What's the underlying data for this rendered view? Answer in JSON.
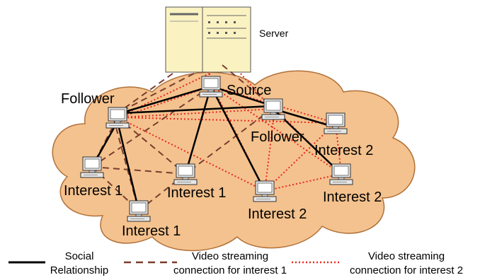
{
  "labels": {
    "server": "Server",
    "source": "Source",
    "follower_left": "Follower",
    "follower_right": "Follower",
    "interest_left": "Interest 1",
    "interest_center": "Interest 1",
    "interest_bottom": "Interest 1",
    "interest_mid_bottom": "Interest 2",
    "interest_right_top": "Interest 2",
    "interest_right_bottom": "Interest 2"
  },
  "legend": {
    "social_line1": "Social",
    "social_line2": "Relationship",
    "interest1_line1": "Video streaming",
    "interest1_line2": "connection for interest 1",
    "interest2_line1": "Video streaming",
    "interest2_line2": "connection for interest 2"
  },
  "colors": {
    "cloud_fill": "#f4c28e",
    "cloud_stroke": "#b07038",
    "social": "#000000",
    "interest1": "#7a3d2e",
    "interest2": "#e8281e",
    "server_fill": "#fbf2c2"
  },
  "icons": {
    "node": "desktop-computer-icon",
    "server": "server-tower-icon"
  }
}
